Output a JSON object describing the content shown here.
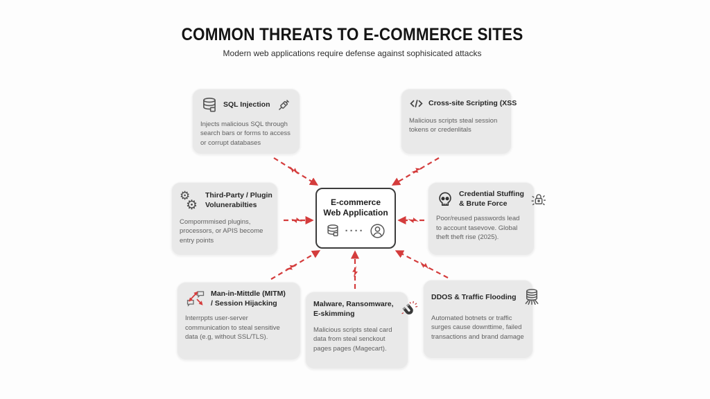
{
  "header": {
    "title": "COMMON THREATS TO E-COMMERCE SITES",
    "subtitle": "Modern web applications require defense against sophisicated attacks"
  },
  "center": {
    "title_lines": [
      "E-commerce",
      "Web Application"
    ],
    "dots": "····",
    "icons": [
      "database-icon",
      "user-icon"
    ]
  },
  "threats": [
    {
      "id": "sql-injection",
      "title_lines": [
        "SQL Injection"
      ],
      "body": "Injects malicious SQL through search bars or forms to access or corrupt databases",
      "icons": [
        "database-icon",
        "syringe-icon"
      ]
    },
    {
      "id": "cross-site-scripting",
      "title_lines": [
        "Cross-site Scripting (XSS"
      ],
      "body": "Malicious scripts steal session tokens or credenlitals",
      "icons": [
        "code-brackets-icon"
      ]
    },
    {
      "id": "third-party-plugin",
      "title_lines": [
        "Third-Party / Plugin",
        "Volunerabilties"
      ],
      "body": "Compormmised plugins, processors, or APIS become entry points",
      "icons": [
        "gears-icon"
      ]
    },
    {
      "id": "credential-stuffing",
      "title_lines": [
        "Credential Stuffing",
        "& Brute Force"
      ],
      "body": "Poor/reused passwords lead to account tasevove. Global theft theft rise (2025).",
      "icons": [
        "skull-icon",
        "padlock-rays-icon"
      ]
    },
    {
      "id": "mitm-session-hijacking",
      "title_lines": [
        "Man-in-Mittdle (MITM)",
        "/ Session Hijacking"
      ],
      "body": "Interrppts user-server communication to steal sensitive data (e.g, without SSL/TLS).",
      "icons": [
        "intercept-arrows-icon"
      ]
    },
    {
      "id": "malware-ransomware-eskimming",
      "title_lines": [
        "Malware, Ransomware,",
        "E-skimming"
      ],
      "body": "Malicious scripts steal card data from steal senckout pages pages (Magecart).",
      "icons": [
        "magnet-icon"
      ]
    },
    {
      "id": "ddos-traffic-flooding",
      "title_lines": [
        "DDOS & Traffic Flooding"
      ],
      "body": "Automated botnets or traffic surges cause downttime, failed transactions and brand damage",
      "icons": [
        "server-stack-icon"
      ]
    }
  ],
  "colors": {
    "arrow_red": "#d43c3c",
    "card_bg": "#e9e9e9",
    "card_title": "#262626",
    "card_body": "#5f5f5f",
    "center_border": "#3c3c3c",
    "canvas_bg": "#fdfdfd"
  }
}
